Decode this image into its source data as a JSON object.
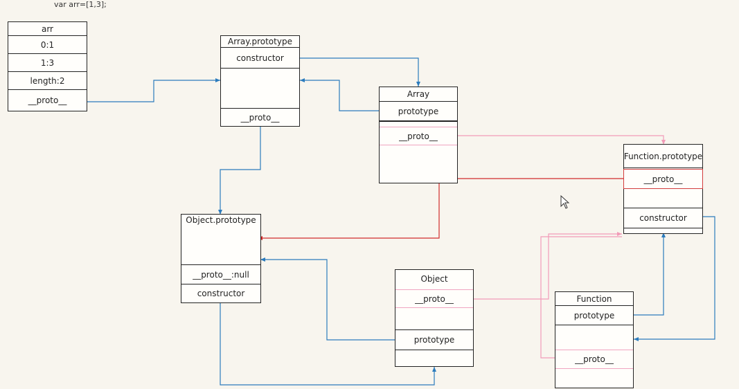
{
  "code": "var arr=[1,3];",
  "boxes": {
    "arr": {
      "title": "arr",
      "cells": [
        "0:1",
        "1:3",
        "length:2",
        "__proto__"
      ]
    },
    "array_prototype": {
      "title": "Array.prototype",
      "cells": [
        "constructor",
        "__proto__"
      ]
    },
    "array": {
      "title": "Array",
      "cells": [
        "prototype",
        "__proto__"
      ]
    },
    "function_prototype": {
      "title": "Function.prototype",
      "cells": [
        "__proto__",
        "constructor"
      ]
    },
    "object_prototype": {
      "title": "Object.prototype",
      "cells": [
        "__proto__:null",
        "constructor"
      ]
    },
    "object": {
      "title": "Object",
      "cells": [
        "__proto__",
        "prototype"
      ]
    },
    "function": {
      "title": "Function",
      "cells": [
        "prototype",
        "__proto__"
      ]
    }
  },
  "colors": {
    "blue": "#2b7bbd",
    "pink": "#f29ab8",
    "red": "#d02b2b"
  }
}
